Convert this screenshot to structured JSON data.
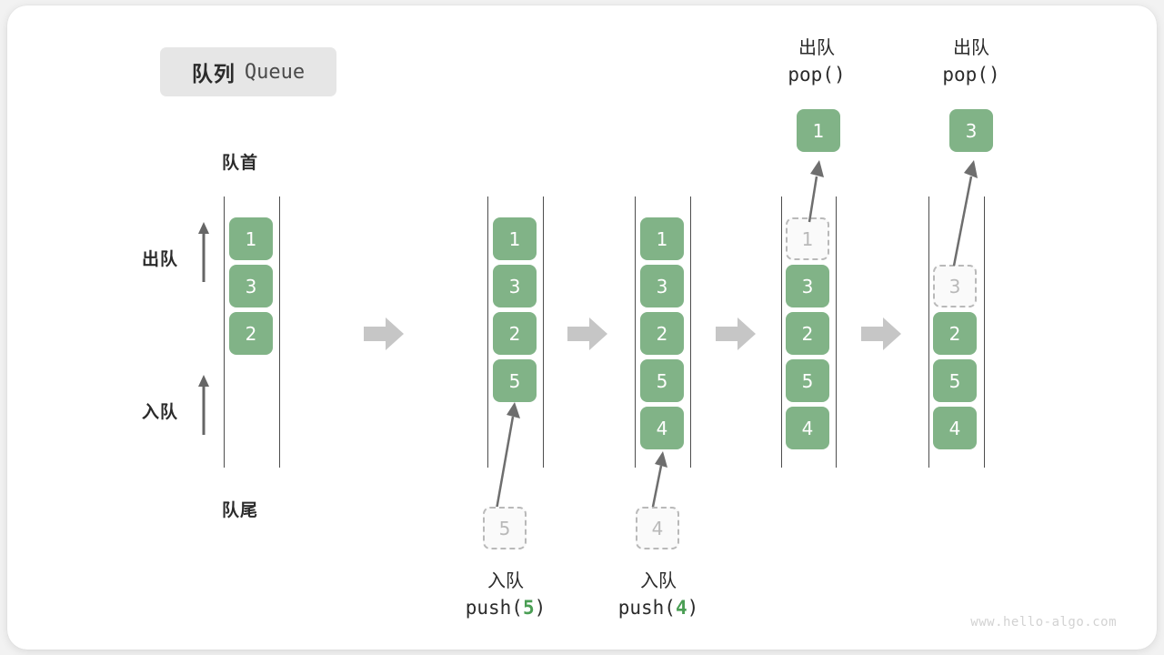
{
  "title": {
    "cn": "队列",
    "en": "Queue"
  },
  "labels": {
    "head": "队首",
    "tail": "队尾",
    "dequeue": "出队",
    "enqueue": "入队"
  },
  "colors": {
    "box_fill": "#81b387",
    "box_text": "#ffffff",
    "ghost_border": "#b9b9b9",
    "ghost_text": "#b9b9b9",
    "rail": "#4d4d4d",
    "transition_arrow": "#c6c6c6",
    "accent_green": "#4a9e54",
    "badge_bg": "#e6e6e6"
  },
  "columns": [
    {
      "name": "initial-queue",
      "items": [
        "1",
        "3",
        "2"
      ],
      "ghost_index": null,
      "ghost_value": null
    },
    {
      "name": "after-push-5",
      "items": [
        "1",
        "3",
        "2",
        "5"
      ],
      "ghost_index": null,
      "ghost_value": null
    },
    {
      "name": "after-push-4",
      "items": [
        "1",
        "3",
        "2",
        "5",
        "4"
      ],
      "ghost_index": null,
      "ghost_value": null
    },
    {
      "name": "after-pop-1",
      "items": [
        "3",
        "2",
        "5",
        "4"
      ],
      "ghost_index": 0,
      "ghost_value": "1"
    },
    {
      "name": "after-pop-3",
      "items": [
        "2",
        "5",
        "4"
      ],
      "ghost_index": 1,
      "ghost_value": "3"
    }
  ],
  "operations": {
    "push_5": {
      "cn": "入队",
      "code_prefix": "push(",
      "value": "5",
      "code_suffix": ")",
      "ghost": "5"
    },
    "push_4": {
      "cn": "入队",
      "code_prefix": "push(",
      "value": "4",
      "code_suffix": ")",
      "ghost": "4"
    },
    "pop_1": {
      "cn": "出队",
      "code": "pop()",
      "result": "1"
    },
    "pop_3": {
      "cn": "出队",
      "code": "pop()",
      "result": "3"
    }
  },
  "watermark": "www.hello-algo.com"
}
